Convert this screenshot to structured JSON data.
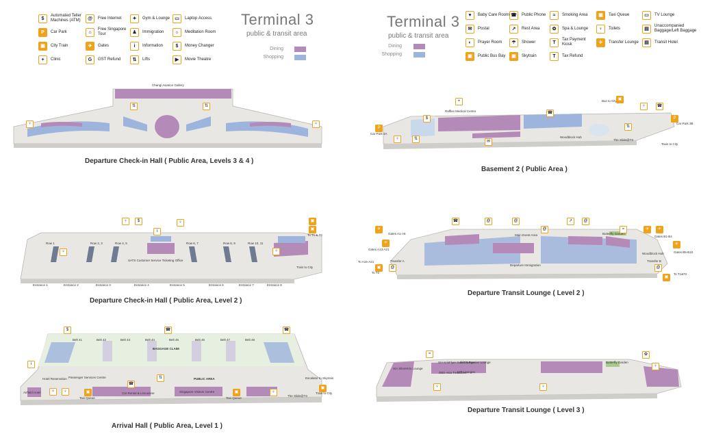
{
  "colors": {
    "accent": "#f0a21b",
    "dining": "#b48bb8",
    "shopping": "#9db4dc",
    "floor": "#e9e7e3",
    "wall": "#cfcdca",
    "zone": "#e6efe0"
  },
  "left_header": {
    "title": "Terminal 3",
    "subtitle": "public & transit area",
    "key": {
      "dining": "Dining",
      "shopping": "Shopping"
    }
  },
  "right_header": {
    "title": "Terminal 3",
    "subtitle": "public & transit area",
    "key": {
      "dining": "Dining",
      "shopping": "Shopping"
    }
  },
  "legend_left": {
    "col1": [
      {
        "icon": "atm-icon",
        "glyph": "$",
        "label": "Automated Teller Machines (ATM)"
      },
      {
        "icon": "car-park-icon",
        "glyph": "P",
        "label": "Car Park",
        "filled": true
      },
      {
        "icon": "city-train-icon",
        "glyph": "▣",
        "label": "City Train",
        "filled": true
      },
      {
        "icon": "clinic-icon",
        "glyph": "+",
        "label": "Clinic"
      }
    ],
    "col2": [
      {
        "icon": "free-internet-icon",
        "glyph": "@",
        "label": "Free Internet"
      },
      {
        "icon": "free-singapore-tour-icon",
        "glyph": "⌂",
        "label": "Free Singapore Tour"
      },
      {
        "icon": "gates-icon",
        "glyph": "✈",
        "label": "Gates",
        "filled": true
      },
      {
        "icon": "gst-refund-icon",
        "glyph": "G",
        "label": "GST Refund"
      }
    ],
    "col3": [
      {
        "icon": "gym-lounge-icon",
        "glyph": "✦",
        "label": "Gym & Lounge"
      },
      {
        "icon": "immigration-icon",
        "glyph": "♟",
        "label": "Immigration"
      },
      {
        "icon": "information-icon",
        "glyph": "i",
        "label": "Information"
      },
      {
        "icon": "lifts-icon",
        "glyph": "⇅",
        "label": "Lifts"
      }
    ],
    "col4": [
      {
        "icon": "laptop-access-icon",
        "glyph": "▭",
        "label": "Laptop Access"
      },
      {
        "icon": "meditation-room-icon",
        "glyph": "☼",
        "label": "Meditation Room"
      },
      {
        "icon": "money-changer-icon",
        "glyph": "$",
        "label": "Money Changer"
      },
      {
        "icon": "movie-theatre-icon",
        "glyph": "▶",
        "label": "Movie Theatre"
      }
    ]
  },
  "legend_right": {
    "col1": [
      {
        "icon": "baby-care-room-icon",
        "glyph": "♥",
        "label": "Baby Care Room"
      },
      {
        "icon": "postal-icon",
        "glyph": "✉",
        "label": "Postal"
      },
      {
        "icon": "prayer-room-icon",
        "glyph": "◐",
        "label": "Prayer Room"
      },
      {
        "icon": "public-bus-bay-icon",
        "glyph": "▣",
        "label": "Public Bus Bay",
        "filled": true
      }
    ],
    "col2": [
      {
        "icon": "public-phone-icon",
        "glyph": "☎",
        "label": "Public Phone"
      },
      {
        "icon": "rest-area-icon",
        "glyph": "↗",
        "label": "Rest Area"
      },
      {
        "icon": "shower-icon",
        "glyph": "☂",
        "label": "Shower"
      },
      {
        "icon": "skytrain-icon",
        "glyph": "▣",
        "label": "Skytrain",
        "filled": true
      }
    ],
    "col3": [
      {
        "icon": "smoking-area-icon",
        "glyph": "≈",
        "label": "Smoking Area"
      },
      {
        "icon": "spa-lounge-icon",
        "glyph": "✿",
        "label": "Spa & Lounge"
      },
      {
        "icon": "tax-payment-kiosk-icon",
        "glyph": "T",
        "label": "Tax Payment Kiosk"
      },
      {
        "icon": "tax-refund-icon",
        "glyph": "T",
        "label": "Tax Refund"
      }
    ],
    "col4": [
      {
        "icon": "taxi-queue-icon",
        "glyph": "▣",
        "label": "Taxi Queue",
        "filled": true
      },
      {
        "icon": "toilets-icon",
        "glyph": "♀",
        "label": "Toilets"
      },
      {
        "icon": "transfer-lounge-icon",
        "glyph": "✈",
        "label": "Transfer Lounge",
        "filled": true
      }
    ],
    "col5": [
      {
        "icon": "tv-lounge-icon",
        "glyph": "▭",
        "label": "TV Lounge"
      },
      {
        "icon": "baggage-icon",
        "glyph": "▤",
        "label": "Unaccompanied Baggage/Left Baggage"
      },
      {
        "icon": "transit-hotel-icon",
        "glyph": "▤",
        "label": "Transit Hotel"
      }
    ]
  },
  "maps": {
    "checkin34": {
      "caption": "Departure Check-in Hall ( Public Area, Levels 3 & 4 )",
      "labels": {
        "gallery": "Changi Aviation Gallery"
      }
    },
    "basement2": {
      "caption": "Basement 2 ( Public Area )",
      "labels": {
        "raffles": "Raffles Medical Centre",
        "carpark": "Car Park 3A",
        "woodblock": "Woodblock Hub",
        "slide": "The Slide@T3",
        "bus": "Bus to City",
        "taxi": "Taxis to City",
        "carpark3b": "Car Park 3B"
      }
    },
    "checkin2": {
      "caption": "Departure Check-in Hall ( Public Area, Level 2 )",
      "rows": [
        "Row 1",
        "Row 2, 3",
        "Row 4, 5",
        "Row 6, 7",
        "Row 8, 9",
        "Row 10, 11"
      ],
      "entrances": [
        "Entrance 1",
        "Entrance 2",
        "Entrance 3",
        "Entrance 4",
        "Entrance 5",
        "Entrance 6",
        "Entrance 7",
        "Entrance 8"
      ],
      "labels": {
        "sats": "SATS Customer Service Ticketing Office",
        "t1t2": "To T1 & T2",
        "train": "Train to City"
      }
    },
    "transit2": {
      "caption": "Departure Transit Lounge ( Level 2 )",
      "labels": {
        "main": "Main Event Area",
        "immigration": "Departure Immigration",
        "transferA": "Transfer A",
        "transferB": "Transfer B",
        "gatesA": "Gates A1-A6",
        "gatesB": "Gates B1-B4",
        "gatesB5": "Gates B5-B10",
        "gatesA13": "Gates A13-A21",
        "toA15": "To A15-A21",
        "toT2": "To T2",
        "toT1T2": "To T1&T2",
        "butterfly": "Butterfly Garden",
        "woodblock": "Woodblock Hub"
      }
    },
    "arrival1": {
      "caption": "Arrival Hall ( Public Area, Level 1 )",
      "belts": [
        "Belt 41",
        "Belt 42",
        "Belt 43",
        "Belt 44",
        "Belt 45",
        "Belt 46",
        "Belt 47",
        "Belt 48"
      ],
      "labels": {
        "claim": "BAGGAGE CLAIM",
        "public": "PUBLIC AREA",
        "hotel": "Hotel Reservation",
        "paxsvc": "Passenger Services Centre",
        "taxi1": "Taxi Queue",
        "taxi2": "Taxi Queue",
        "carrental": "Car Rental & Limousine",
        "visitors": "Singapore Visitors Centre",
        "slide": "The Slide@T3",
        "escalator": "Escalator to Skytrain",
        "train": "Train to City",
        "airfield": "Airfield Hotel"
      }
    },
    "transit3": {
      "caption": "Departure Transit Lounge ( Level 3 )",
      "labels": {
        "silverkris": "SIA SilverKris Lounge",
        "krisflyer": "SIA KrisFlyer Gold Lounge",
        "dbs": "DBS Asia Treasures",
        "sats": "SATS Premier Lounge",
        "cip": "CIP Lounges",
        "butterfly": "Butterfly Garden"
      }
    }
  }
}
